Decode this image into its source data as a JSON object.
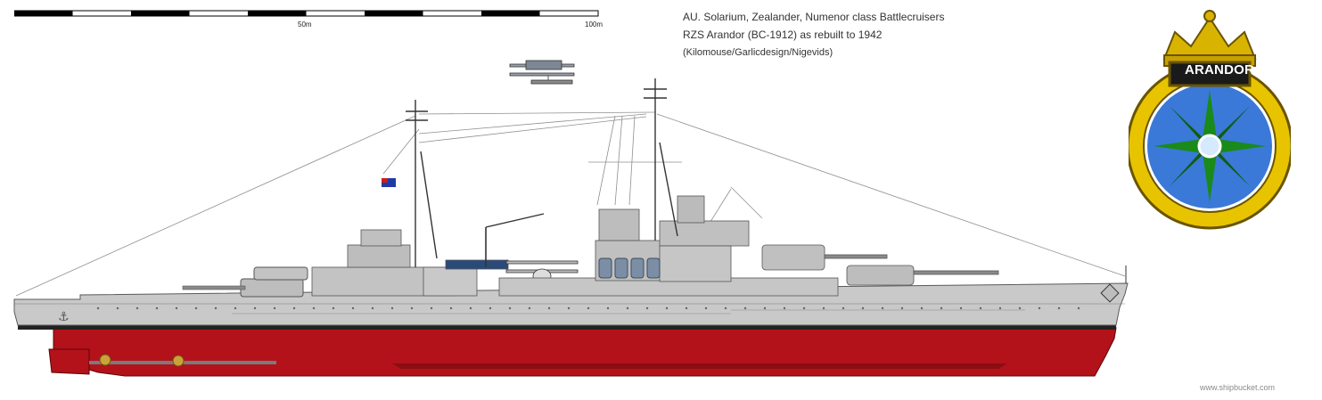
{
  "scale": {
    "mid_label": "50m",
    "end_label": "100m"
  },
  "title": {
    "line1": "AU. Solarium, Zealander, Numenor class Battlecruisers",
    "line2": "RZS Arandor (BC-1912) as rebuilt to 1942",
    "credit": "(Kilomouse/Garlicdesign/Nigevids)"
  },
  "badge": {
    "name": "ARANDOR"
  },
  "watermark": "www.shipbucket.com",
  "colors": {
    "hull_grey": "#c7c7c7",
    "superstructure_grey": "#bdbdbd",
    "hull_red": "#b3121a",
    "boot_topping": "#222222",
    "badge_gold": "#d8b400",
    "badge_blue": "#3a79d8",
    "badge_star_green": "#1a8a1a",
    "ensign_blue": "#1f3aa6",
    "ensign_red": "#cc1c1c"
  }
}
